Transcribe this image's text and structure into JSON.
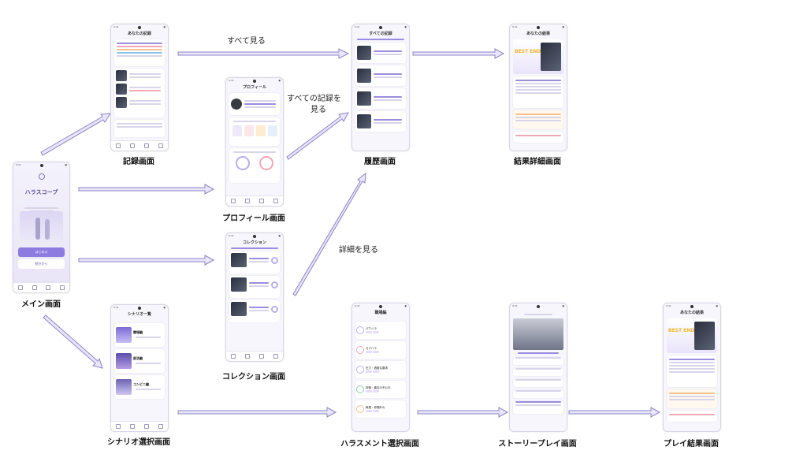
{
  "screens": {
    "main": {
      "label": "メイン画面",
      "app_title": "ハラスコープ",
      "btn_start": "はじめる",
      "btn_continue": "続きから"
    },
    "record": {
      "label": "記録画面",
      "title": "あなたの記録"
    },
    "profile": {
      "label": "プロフィール画面",
      "title": "プロフィール"
    },
    "collection": {
      "label": "コレクション画面",
      "title": "コレクション"
    },
    "scenario": {
      "label": "シナリオ選択画面",
      "title": "シナリオ一覧",
      "items": [
        "職場編",
        "部活編",
        "コンビニ編"
      ]
    },
    "history": {
      "label": "履歴画面",
      "title": "すべての記録"
    },
    "result_detail": {
      "label": "結果詳細画面",
      "title": "あなたの結果"
    },
    "harassment": {
      "label": "ハラスメント選択画面",
      "title": "職場編",
      "items": [
        "パワハラ",
        "セクハラ",
        "圧力・過度な要求",
        "評価・査定の不公平",
        "無視・仲間外れ"
      ]
    },
    "story": {
      "label": "ストーリープレイ画面"
    },
    "play_result": {
      "label": "プレイ結果画面",
      "title": "あなたの結果"
    }
  },
  "best_label": "BEST END",
  "arrow_labels": {
    "see_all": "すべて見る",
    "see_all_records_1": "すべての記録を",
    "see_all_records_2": "見る",
    "see_details": "詳細を見る"
  },
  "colors": {
    "accent": "#8e7be0",
    "arrow_fill": "#e9e5fa",
    "arrow_stroke": "#8c84c6"
  }
}
